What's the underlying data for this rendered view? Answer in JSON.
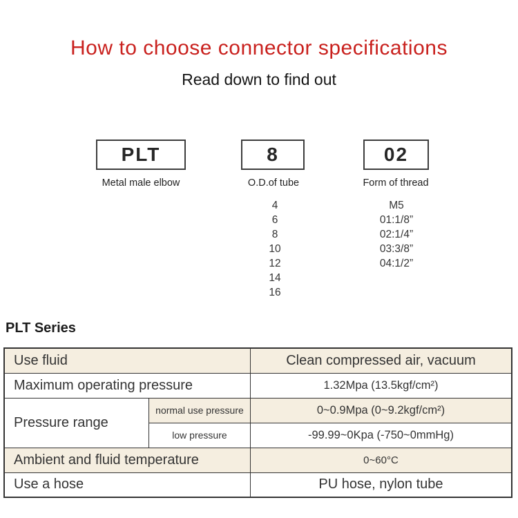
{
  "header": {
    "title": "How to choose connector specifications",
    "subtitle": "Read down to find out",
    "title_color": "#c9211e"
  },
  "code_builder": {
    "segments": [
      {
        "code": "PLT",
        "label": "Metal male elbow"
      },
      {
        "code": "8",
        "label": "O.D.of tube"
      },
      {
        "code": "02",
        "label": "Form of thread"
      }
    ],
    "tube_options": [
      "4",
      "6",
      "8",
      "10",
      "12",
      "14",
      "16"
    ],
    "thread_options": [
      "M5",
      "01:1/8”",
      "02:1/4”",
      "03:3/8”",
      "04:1/2”"
    ]
  },
  "series": {
    "heading": "PLT Series"
  },
  "spec_table": {
    "band_color": "#f5eee0",
    "border_color": "#333333",
    "rows": [
      {
        "label": "Use fluid",
        "value": "Clean compressed air, vacuum"
      },
      {
        "label": "Maximum operating pressure",
        "value": "1.32Mpa (13.5kgf/cm²)"
      },
      {
        "label": "Pressure range",
        "sub_rows": [
          {
            "sub_label": "normal use pressure",
            "value": "0~0.9Mpa (0~9.2kgf/cm²)"
          },
          {
            "sub_label": "low pressure",
            "value": "-99.99~0Kpa (-750~0mmHg)"
          }
        ]
      },
      {
        "label": "Ambient and fluid temperature",
        "value": "0~60°C"
      },
      {
        "label": "Use a hose",
        "value": "PU hose, nylon tube"
      }
    ]
  }
}
